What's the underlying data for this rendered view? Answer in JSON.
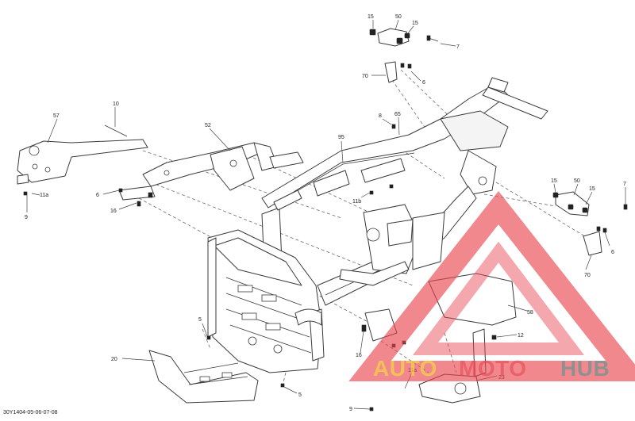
{
  "callouts": {
    "c15a": "15",
    "c50a": "50",
    "c15b": "15",
    "c7a": "7",
    "c70a": "70",
    "c6a": "6",
    "c10": "10",
    "c57": "57",
    "c52": "52",
    "c95": "95",
    "c8": "8",
    "c65": "65",
    "c6b": "6",
    "c11a_top": "11a",
    "c9a": "9",
    "c16": "16",
    "c11b": "11b",
    "c15c": "15",
    "c50b": "50",
    "c15d": "15",
    "c7b": "7",
    "c6c": "6",
    "c70b": "70",
    "c58": "58",
    "c12": "12",
    "c5a": "5",
    "c20": "20",
    "c16b": "16",
    "c11a_bot": "11a",
    "c23": "23",
    "c5b": "5",
    "c9b": "9"
  },
  "doc_ref": "30Y1404-05-06-07-08",
  "watermark": {
    "brand_a": "AUTO",
    "brand_b": "MOTO",
    "brand_c": "HUB",
    "color_red": "#e8464f",
    "color_gold": "#f2b63a",
    "color_gray": "#7d7d7d"
  }
}
